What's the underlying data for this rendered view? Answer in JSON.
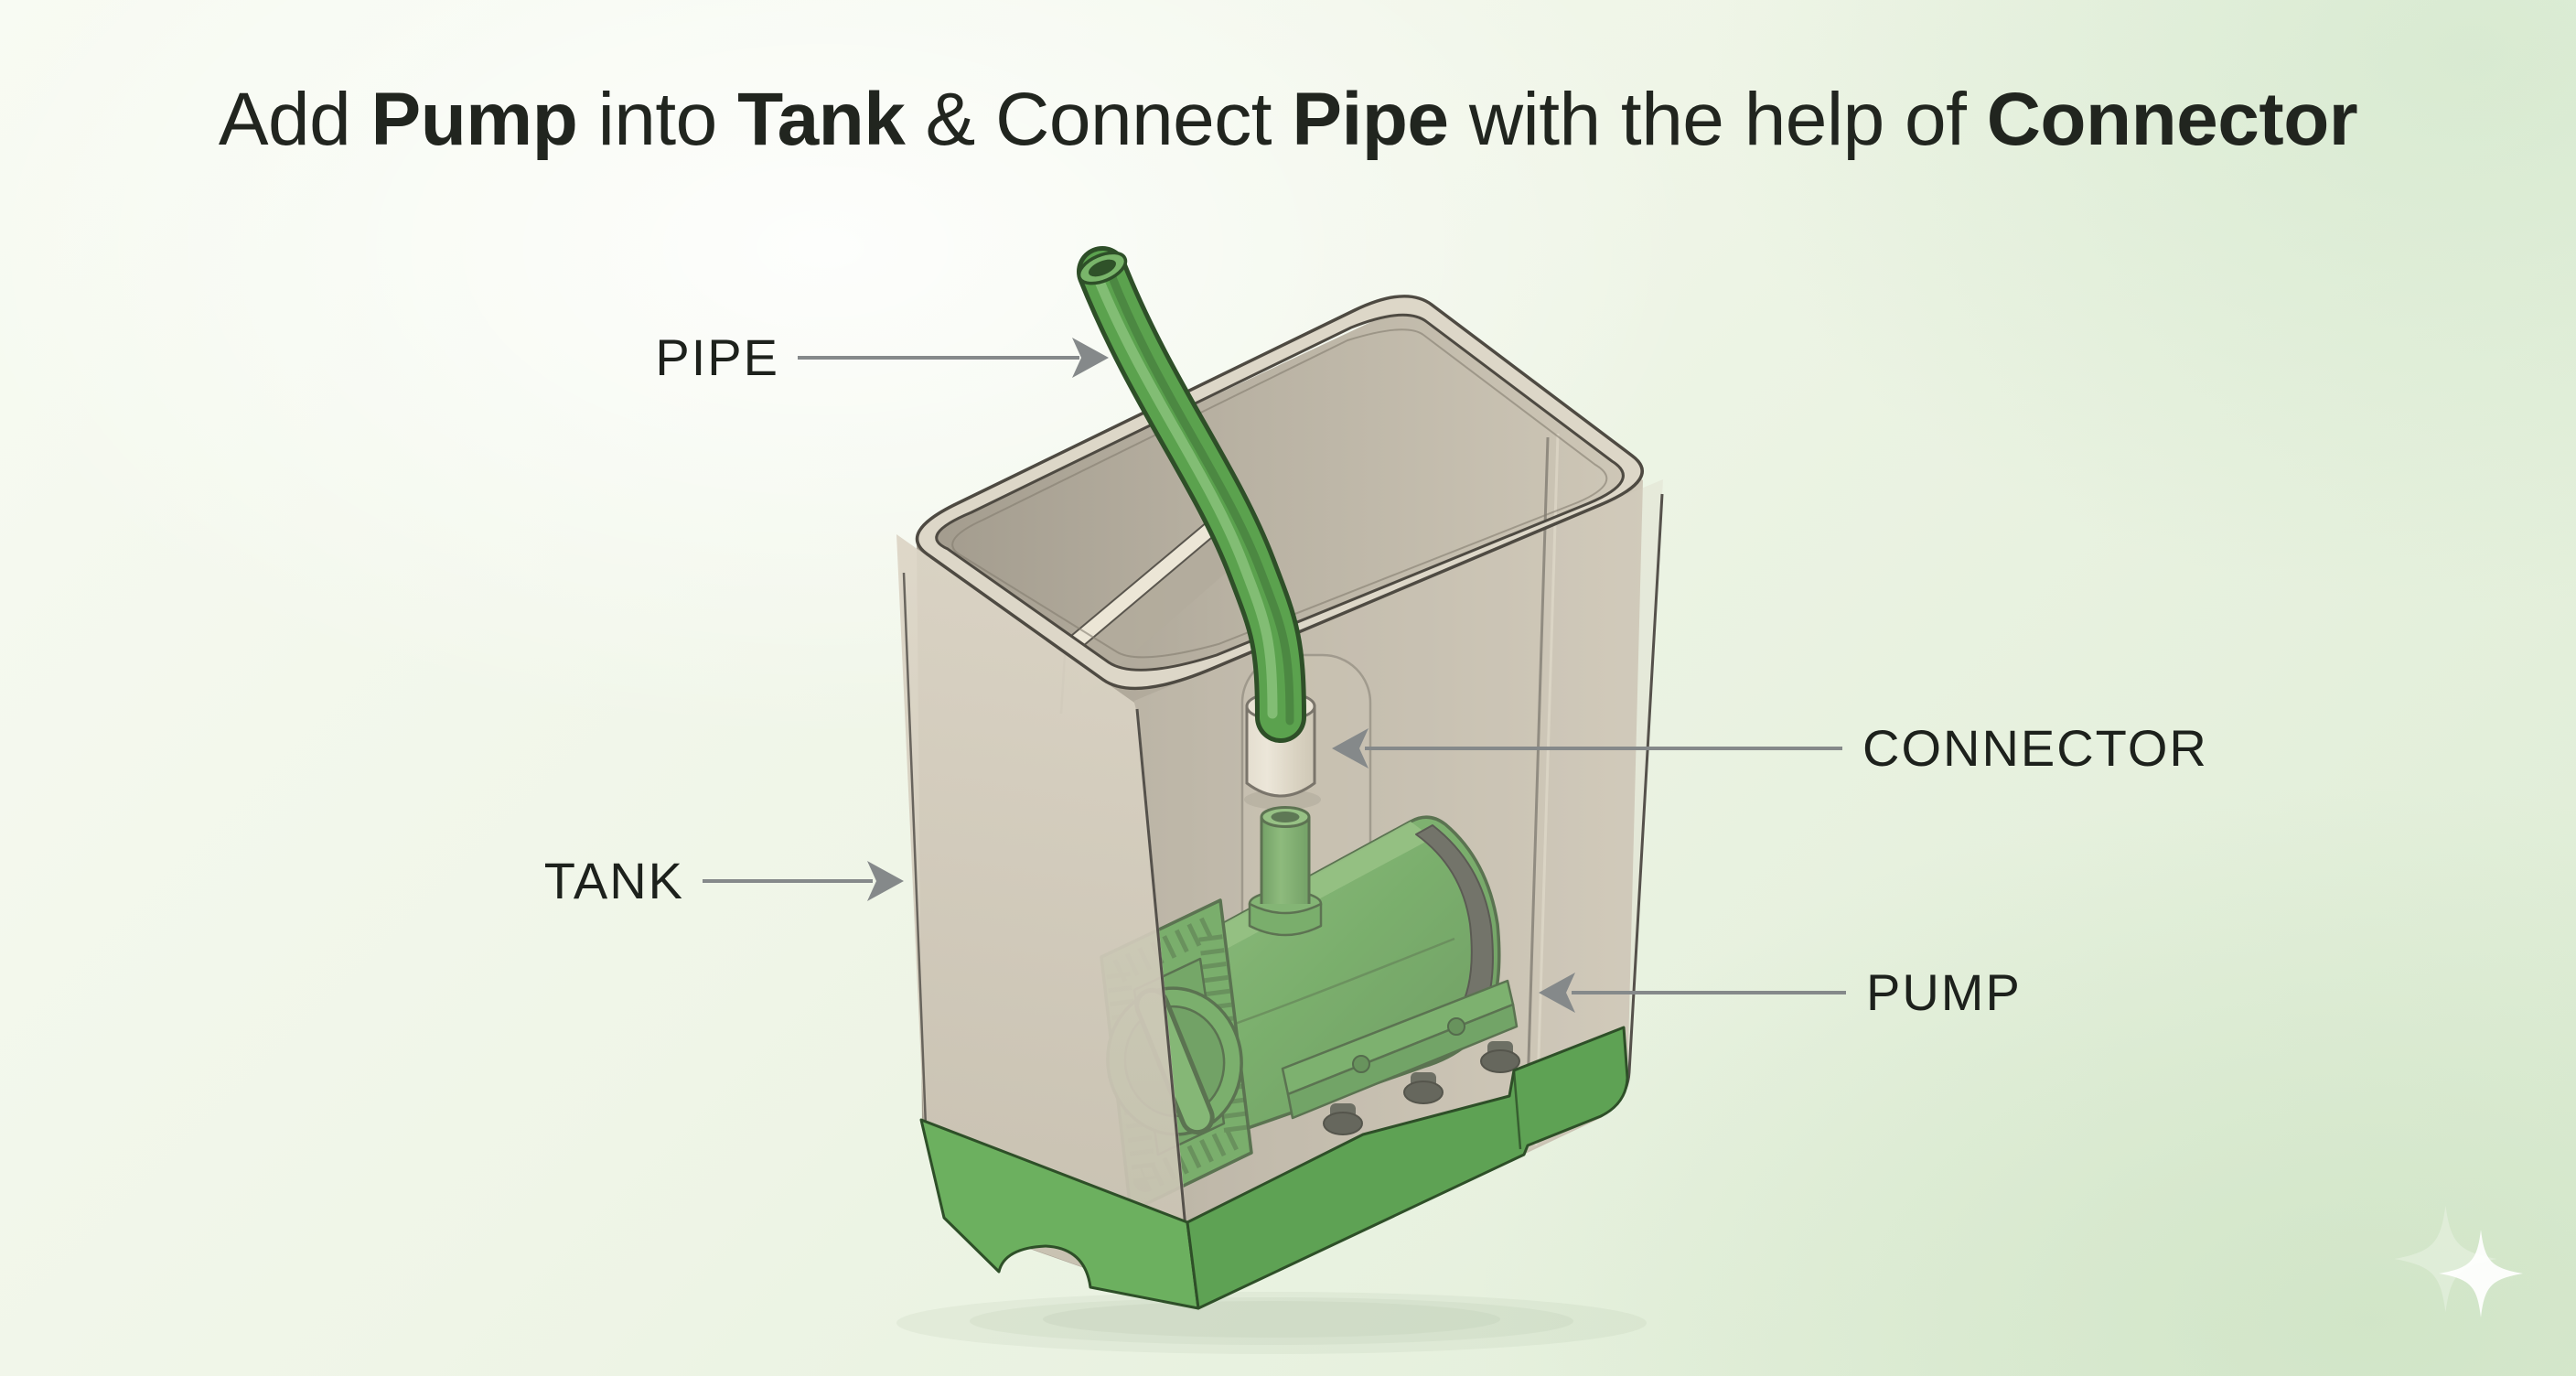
{
  "title": {
    "segments": [
      {
        "text": "Add ",
        "bold": false
      },
      {
        "text": "Pump",
        "bold": true
      },
      {
        "text": " into ",
        "bold": false
      },
      {
        "text": "Tank",
        "bold": true
      },
      {
        "text": " & Connect ",
        "bold": false
      },
      {
        "text": "Pipe",
        "bold": true
      },
      {
        "text": " with the help of ",
        "bold": false
      },
      {
        "text": "Connector",
        "bold": true
      }
    ]
  },
  "diagram": {
    "labels": {
      "pipe": "PIPE",
      "tank": "TANK",
      "connector": "CONNECTOR",
      "pump": "PUMP"
    },
    "parts": [
      "tank",
      "pump",
      "pipe",
      "connector"
    ],
    "colors": {
      "pump_green": "#58a34d",
      "base_green": "#67ac5b",
      "tank_beige": "#d6cfc0",
      "rim_beige": "#ddd7c8",
      "pipe_green": "#5ba24e",
      "connector_white": "#f1ebdd",
      "arrow_gray": "#85898a",
      "background_mint": "#e7f2df",
      "title_text": "#21251f"
    }
  },
  "decor": {
    "sparkle_icon": "four-pointed-star"
  }
}
